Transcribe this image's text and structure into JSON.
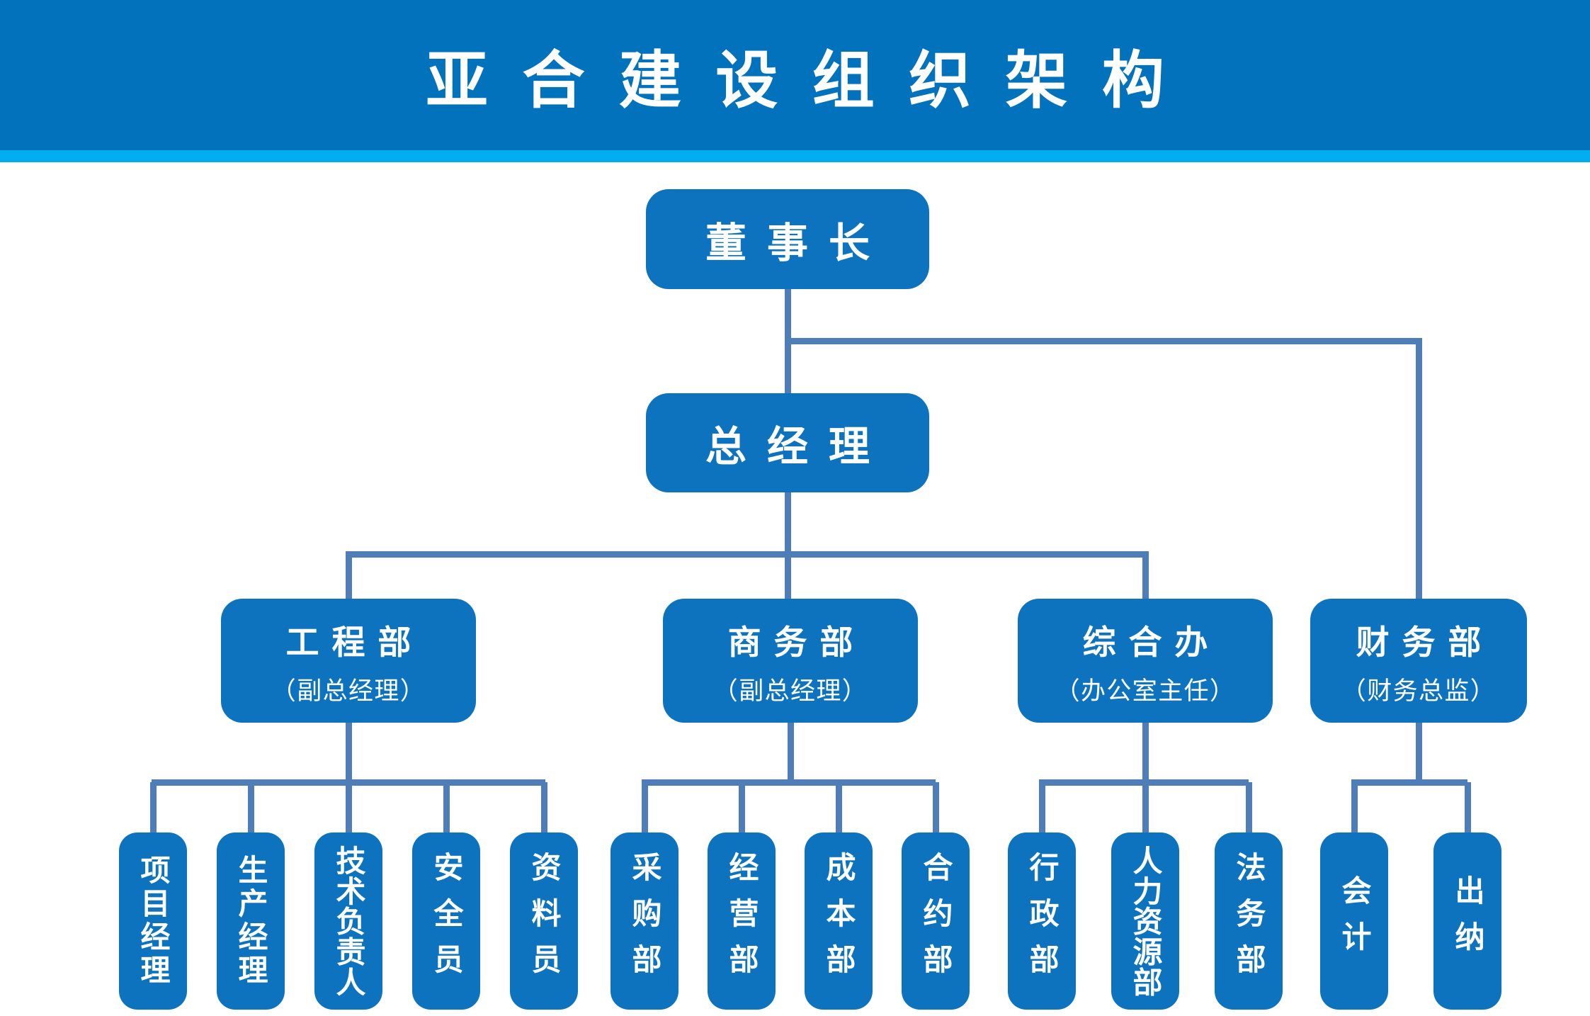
{
  "title": "亚合建设组织架构",
  "colors": {
    "header_bg": "#0272BC",
    "stripe": "#00AEEF",
    "box": "#0D73BE",
    "connector": "#4F7DB8",
    "text": "#FFFFFF"
  },
  "org": {
    "chairman": {
      "label": "董事长"
    },
    "general_manager": {
      "label": "总经理"
    },
    "departments": [
      {
        "name": "工程部",
        "subtitle": "（副总经理）",
        "children": [
          "项目经理",
          "生产经理",
          "技术负责人",
          "安全员",
          "资料员"
        ]
      },
      {
        "name": "商务部",
        "subtitle": "（副总经理）",
        "children": [
          "采购部",
          "经营部",
          "成本部",
          "合约部"
        ]
      },
      {
        "name": "综合办",
        "subtitle": "（办公室主任）",
        "children": [
          "行政部",
          "人力资源部",
          "法务部"
        ]
      },
      {
        "name": "财务部",
        "subtitle": "（财务总监）",
        "children": [
          "会计",
          "出纳"
        ]
      }
    ]
  }
}
